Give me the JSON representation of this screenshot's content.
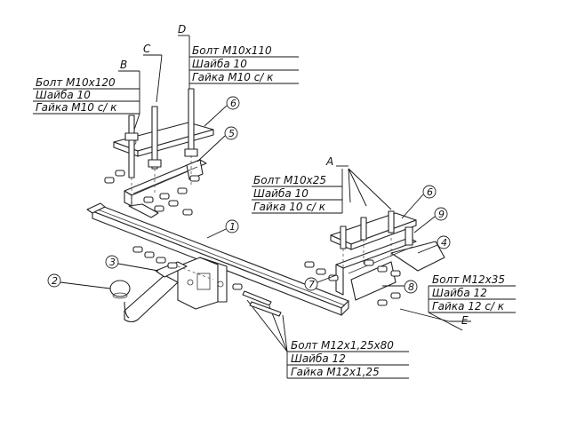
{
  "callouts": {
    "group_b": [
      "Болт  М10х120",
      "Шайба  10",
      "Гайка  М10  с/ к"
    ],
    "group_c": [
      "Болт  М10х110",
      "Шайба  10",
      "Гайка  М10  с/ к"
    ],
    "group_a": [
      "Болт  М10х25",
      "Шайба  10",
      "Гайка  10  с/ к"
    ],
    "group_e": [
      "Болт  М12х35",
      "Шайба  12",
      "Гайка  12  с/ к"
    ],
    "group_bottom": [
      "Болт  М12х1,25х80",
      "Шайба  12",
      "Гайка  М12х1,25"
    ]
  },
  "letters": {
    "a": "A",
    "b": "B",
    "c": "C",
    "d": "D",
    "e": "E"
  },
  "part_numbers": [
    "1",
    "2",
    "3",
    "4",
    "5",
    "6",
    "6",
    "7",
    "8",
    "9"
  ]
}
